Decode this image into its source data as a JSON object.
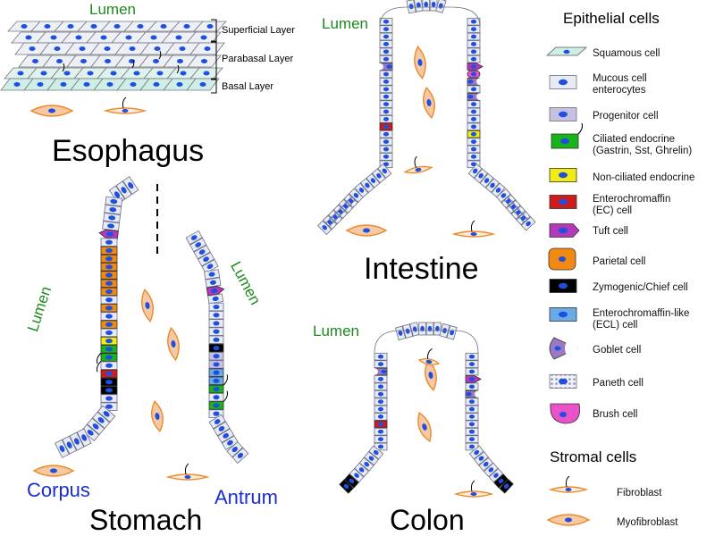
{
  "esophagus": {
    "lumen": "Lumen",
    "layers": [
      "Superficial Layer",
      "Parabasal Layer",
      "Basal Layer"
    ],
    "name": "Esophagus"
  },
  "stomach": {
    "name": "Stomach",
    "corpus": "Corpus",
    "antrum": "Antrum",
    "lumen_corpus": "Lumen",
    "lumen_antrum": "Lumen"
  },
  "intestine": {
    "name": "Intestine",
    "lumen": "Lumen"
  },
  "colon": {
    "name": "Colon",
    "lumen": "Lumen"
  },
  "legend": {
    "epithelial_title": "Epithelial cells",
    "stromal_title": "Stromal cells",
    "epithelial": [
      {
        "label": "Squamous cell",
        "icon": "squamous-cell-icon"
      },
      {
        "label": "Mucous cell\nenterocytes",
        "icon": "mucous-cell-icon"
      },
      {
        "label": "Progenitor cell",
        "icon": "progenitor-cell-icon"
      },
      {
        "label": "Ciliated endocrine\n(Gastrin, Sst, Ghrelin)",
        "icon": "ciliated-endocrine-icon"
      },
      {
        "label": "Non-ciliated endocrine",
        "icon": "non-ciliated-endocrine-icon"
      },
      {
        "label": "Enterochromaffin\n(EC) cell",
        "icon": "enterochromaffin-icon"
      },
      {
        "label": "Tuft cell",
        "icon": "tuft-cell-icon"
      },
      {
        "label": "Parietal cell",
        "icon": "parietal-cell-icon"
      },
      {
        "label": "Zymogenic/Chief cell",
        "icon": "chief-cell-icon"
      },
      {
        "label": "Enterochromaffin-like\n(ECL) cell",
        "icon": "ecl-cell-icon"
      },
      {
        "label": "Goblet cell",
        "icon": "goblet-cell-icon"
      },
      {
        "label": "Paneth cell",
        "icon": "paneth-cell-icon"
      },
      {
        "label": "Brush cell",
        "icon": "brush-cell-icon"
      }
    ],
    "stromal": [
      {
        "label": "Fibroblast",
        "icon": "fibroblast-icon"
      },
      {
        "label": "Myofibroblast",
        "icon": "myofibroblast-icon"
      }
    ]
  },
  "colors": {
    "cell_fill": "#e8ebf4",
    "cell_stroke": "#6b6f86",
    "nucleus": "#1f4fe0",
    "squamous": "#cfeee8",
    "progenitor": "#c7c1df",
    "ciliated_endocrine": "#19b419",
    "non_ciliated_endocrine": "#f2ec12",
    "enterochromaffin": "#d11b1b",
    "tuft": "#b23ab8",
    "parietal": "#f08a12",
    "chief": "#000000",
    "ecl": "#6aaae6",
    "goblet": "#9a7ac4",
    "paneth": "#f1f1f8",
    "brush": "#ea52c9",
    "stroma_outline": "#ea8a2a",
    "stroma_fill": "#f6c9a4",
    "green_text": "#1d8a1d",
    "blue_text": "#1a2fd0"
  }
}
